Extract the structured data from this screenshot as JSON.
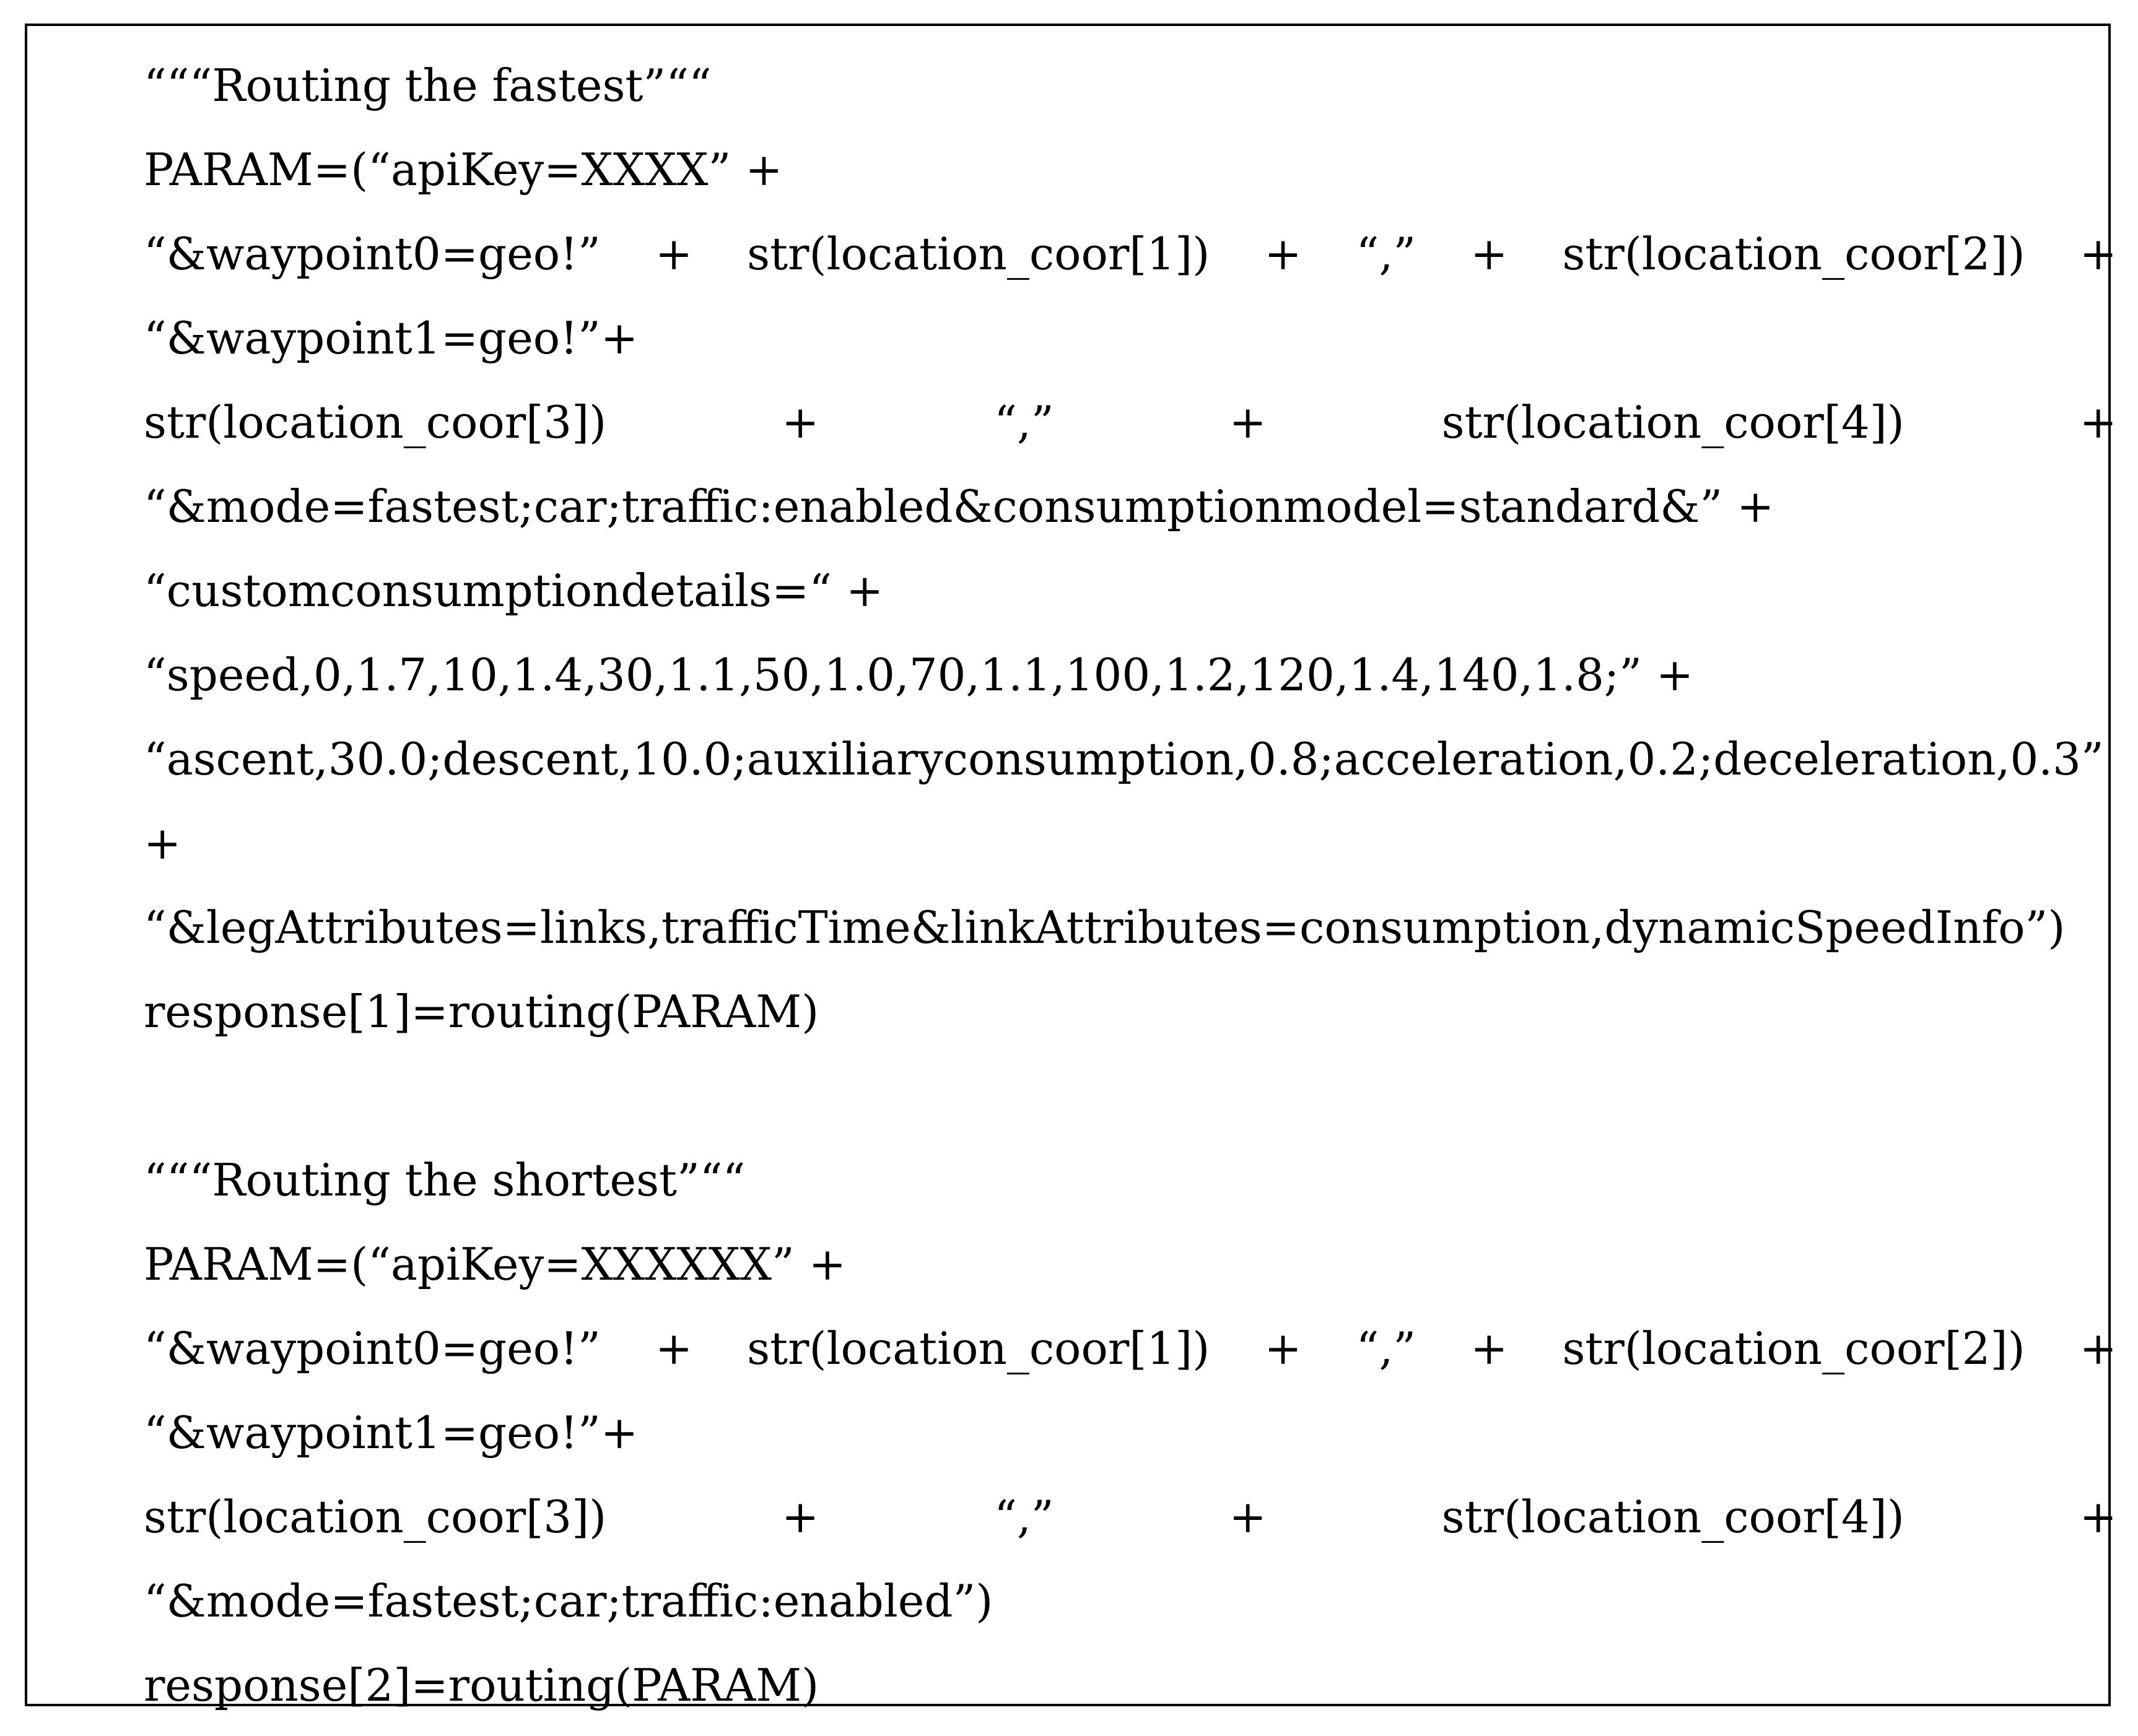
{
  "blocks": [
    {
      "comment": "“““Routing the fastest”““",
      "lines": [
        [
          "PARAM=(“apiKey=XXXX” +"
        ],
        [
          "“&waypoint0=geo!”",
          "+",
          "str(location_coor[1])",
          "+",
          "“,”",
          "+",
          "str(location_coor[2])",
          "+"
        ],
        [
          "“&waypoint1=geo!”+"
        ],
        [
          "str(location_coor[3])",
          "+",
          "“,”",
          "+",
          "str(location_coor[4])",
          "+"
        ],
        [
          "“&mode=fastest;car;traffic:enabled&consumptionmodel=standard&” +"
        ],
        [
          "“customconsumptiondetails=“ +"
        ],
        [
          "“speed,0,1.7,10,1.4,30,1.1,50,1.0,70,1.1,100,1.2,120,1.4,140,1.8;” +"
        ],
        [
          "“ascent,30.0;descent,10.0;auxiliaryconsumption,0.8;acceleration,0.2;deceleration,0.3”"
        ],
        [
          "+"
        ],
        [
          "“&legAttributes=links,trafficTime&linkAttributes=consumption,dynamicSpeedInfo”)"
        ],
        [
          "response[1]=routing(PARAM)"
        ]
      ]
    },
    {
      "comment": "“““Routing the shortest”““",
      "lines": [
        [
          "PARAM=(“apiKey=XXXXXX” +"
        ],
        [
          "“&waypoint0=geo!”",
          "+",
          "str(location_coor[1])",
          "+",
          "“,”",
          "+",
          "str(location_coor[2])",
          "+"
        ],
        [
          "“&waypoint1=geo!”+"
        ],
        [
          "str(location_coor[3])",
          "+",
          "“,”",
          "+",
          "str(location_coor[4])",
          "+"
        ],
        [
          "“&mode=fastest;car;traffic:enabled”)"
        ],
        [
          "response[2]=routing(PARAM)"
        ]
      ]
    }
  ]
}
